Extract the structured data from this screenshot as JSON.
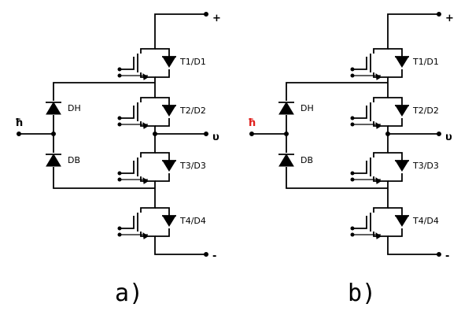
{
  "diagrams": [
    {
      "caption": "a)",
      "terminals": {
        "plus": "+",
        "minus": "-",
        "output": "υ",
        "neutral": "ħ"
      },
      "clamp_diodes": [
        "DH",
        "DB"
      ],
      "switches": [
        "T1/D1",
        "T2/D2",
        "T3/D3",
        "T4/D4"
      ],
      "highlight_color": "#000000"
    },
    {
      "caption": "b)",
      "terminals": {
        "plus": "+",
        "minus": "-",
        "output": "υ",
        "neutral": "ħ"
      },
      "clamp_diodes": [
        "DH",
        "DB"
      ],
      "switches": [
        "T1/D1",
        "T2/D2",
        "T3/D3",
        "T4/D4"
      ],
      "highlight_color": "#e0201c"
    }
  ]
}
